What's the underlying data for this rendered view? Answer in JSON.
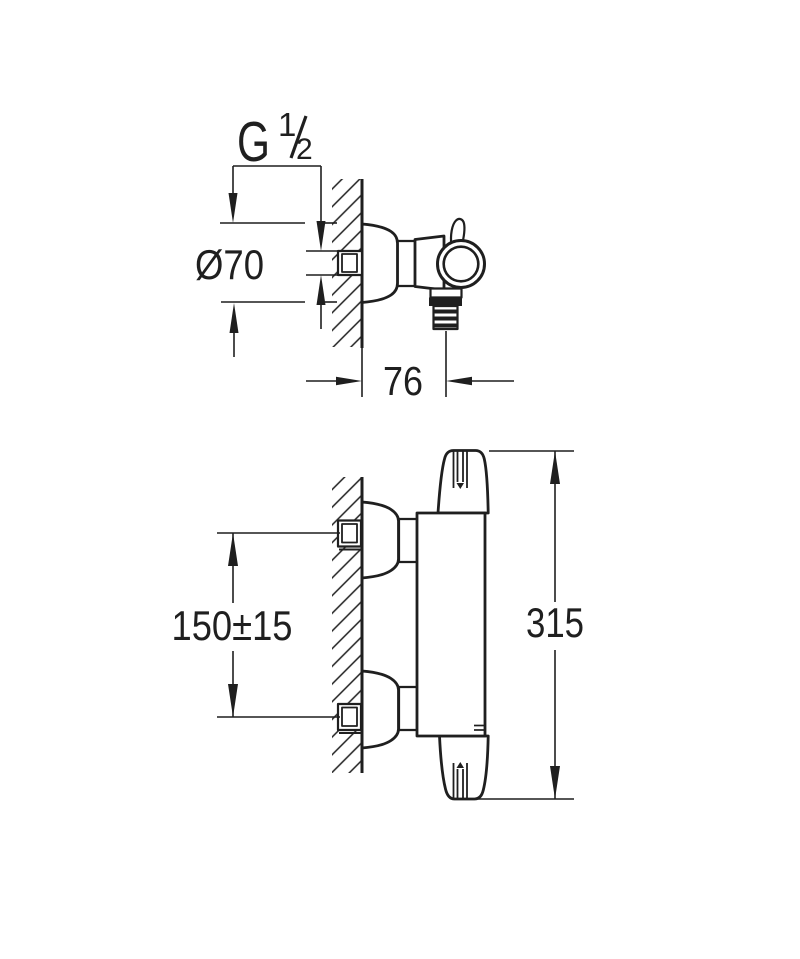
{
  "canvas": {
    "background": "#ffffff",
    "ink": "#1f1f1f"
  },
  "views": {
    "side_detail_view": {
      "dims": {
        "thread_letter": "G",
        "thread_numerator": "1",
        "thread_denominator": "2",
        "escutcheon_diameter": "Ø70",
        "wall_to_outlet_center": "76"
      }
    },
    "profile_view": {
      "dims": {
        "inlet_center_distance": "150±15",
        "overall_height": "315"
      }
    }
  }
}
